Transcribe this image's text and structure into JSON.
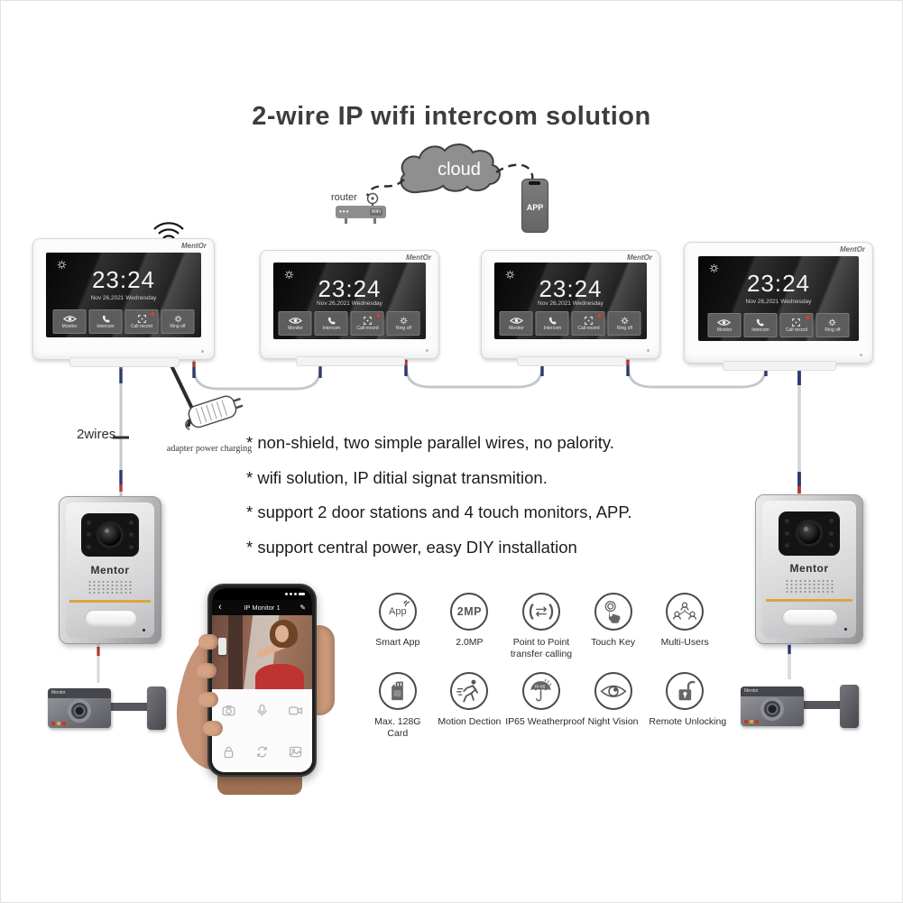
{
  "title": "2-wire IP wifi intercom solution",
  "network": {
    "cloud_label": "cloud",
    "router_label": "router",
    "router_wifi_label": "WiFi",
    "app_phone_label": "APP"
  },
  "monitor": {
    "brand": "MentOr",
    "time": "23:24",
    "date": "Nov 26,2021 Wednesday",
    "buttons": [
      {
        "label": "Monitor"
      },
      {
        "label": "Intercom"
      },
      {
        "label": "Call record",
        "badge": true
      },
      {
        "label": "Ring off"
      }
    ]
  },
  "wiring": {
    "wires_label": "2wires",
    "adapter_label": "adapter power charging"
  },
  "door_station": {
    "brand": "Mentor"
  },
  "door_lock": {
    "brand": "Mentor"
  },
  "bullets": [
    "* non-shield, two simple parallel wires, no palority.",
    "* wifi solution, IP ditial signat transmition.",
    "* support 2 door stations and 4 touch monitors, APP.",
    "* support central power, easy DIY installation"
  ],
  "phone_app": {
    "title": "IP Monitor 1"
  },
  "features": {
    "row1": [
      {
        "label": "Smart App",
        "circle_text": "App"
      },
      {
        "label": "2.0MP",
        "circle_text": "2MP"
      },
      {
        "label": "Point to Point transfer calling"
      },
      {
        "label": "Touch Key"
      },
      {
        "label": "Multi-Users"
      }
    ],
    "row2": [
      {
        "label": "Max. 128G Card"
      },
      {
        "label": "Motion Dection"
      },
      {
        "label": "IP65 Weatherproof",
        "badge_text": "IP-65"
      },
      {
        "label": "Night Vision"
      },
      {
        "label": "Remote Unlocking"
      }
    ]
  },
  "colors": {
    "stripe_orange": "#e0a23f",
    "wire_red": "#b23a2e",
    "wire_blue": "#2c3a6e",
    "cloud_gray": "#8f8f8f"
  }
}
